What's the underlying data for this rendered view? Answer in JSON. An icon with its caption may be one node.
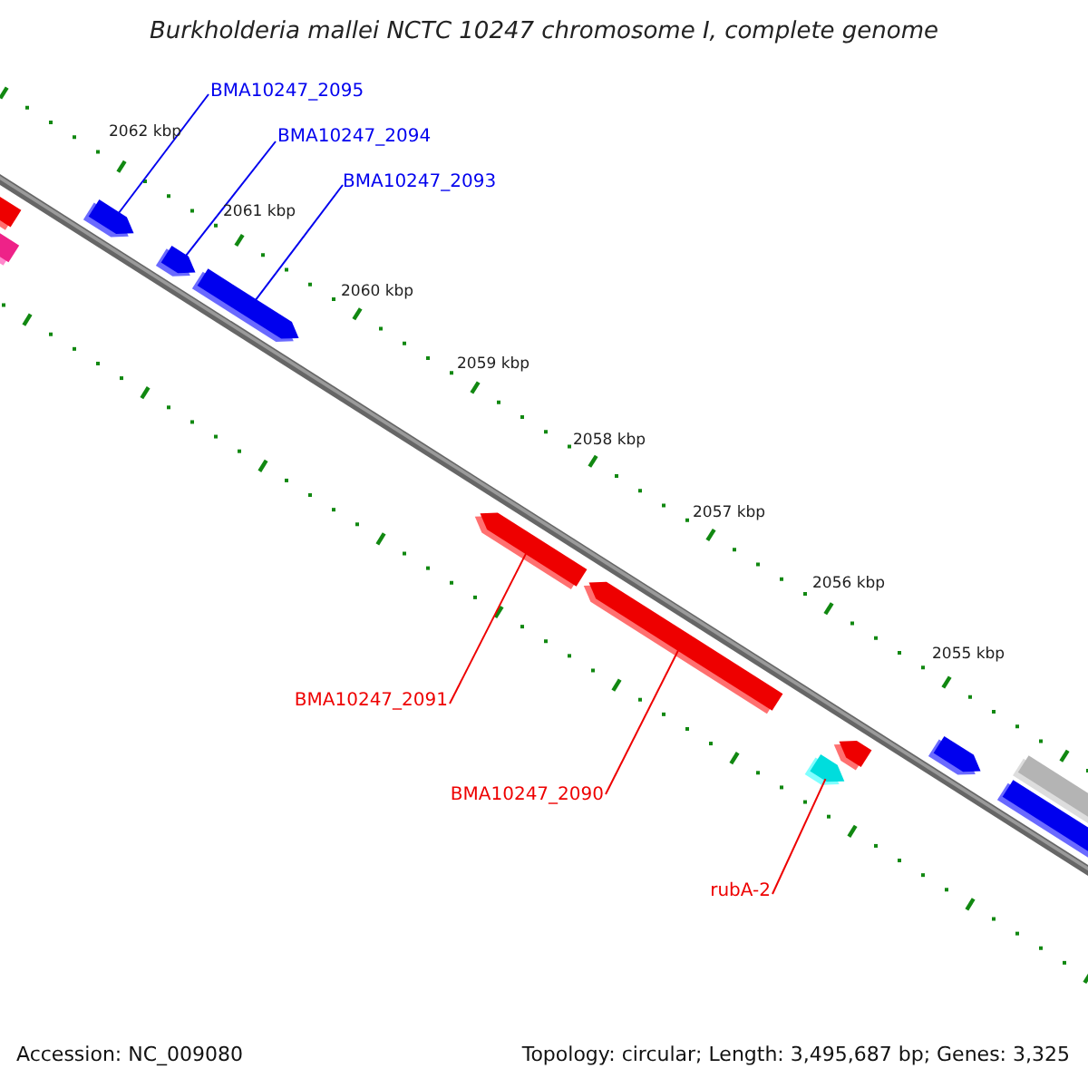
{
  "diagram": {
    "title": "Burkholderia mallei NCTC 10247 chromosome I, complete genome",
    "nodes": [
      {
        "text": [
          "BMA10247_2095"
        ]
      },
      {
        "text": [],
        "shape": "bar"
      },
      {
        "text": [
          "BMA10247_2094"
        ]
      },
      {
        "text": [],
        "shape": "bar"
      },
      {
        "text": [
          "BMA10247_2093"
        ]
      },
      {
        "text": [],
        "shape": "bar"
      },
      {
        "text": [],
        "shape": "bar"
      },
      {
        "text": [
          "BMA10247_2091"
        ]
      },
      {
        "text": [],
        "shape": "bar"
      },
      {
        "text": [
          "BMA10247_2090"
        ]
      },
      {
        "text": [],
        "shape": "bar"
      },
      {
        "text": [
          "rubA-2"
        ]
      },
      {
        "text": [],
        "shape": "bar"
      },
      {
        "text": [],
        "shape": "bar"
      },
      {
        "text": [],
        "shape": "bar"
      },
      {
        "text": [],
        "shape": "bar"
      },
      {
        "text": [],
        "shape": "bar"
      },
      {
        "text": [],
        "shape": "bar"
      }
    ],
    "edges": [
      {
        "from": 0,
        "to": 1,
        "arrow": "none"
      },
      {
        "from": 2,
        "to": 3,
        "arrow": "none"
      },
      {
        "from": 4,
        "to": 5,
        "arrow": "none"
      },
      {
        "from": 7,
        "to": 6,
        "arrow": "none",
        "color": "#ee0000"
      },
      {
        "from": 9,
        "to": 8,
        "arrow": "none",
        "color": "#ee0000"
      },
      {
        "from": 11,
        "to": 10,
        "arrow": "none",
        "color": "#ee0000"
      }
    ],
    "labels": [
      "2062 kbp",
      "2061 kbp",
      "2060 kbp",
      "2059 kbp",
      "2058 kbp",
      "2057 kbp",
      "2056 kbp",
      "2055 kbp",
      "Accession: NC_009080",
      "Topology: circular; Length: 3,495,687 bp; Genes: 3,325"
    ]
  }
}
